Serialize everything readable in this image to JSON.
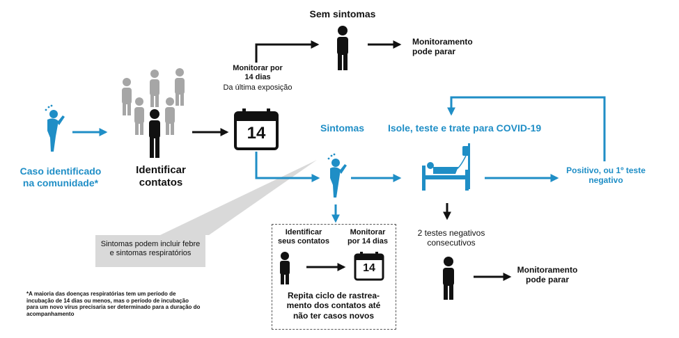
{
  "colors": {
    "accent": "#1f8ec6",
    "gray": "#a6a6a6",
    "dark": "#111111",
    "callout": "#d9d9d9"
  },
  "icons": [
    "coughing-person-icon",
    "crowd-icon",
    "person-icon",
    "calendar-icon",
    "hospital-bed-icon",
    "arrow-icon"
  ],
  "labels": {
    "case_identified": "Caso identificado na comunidade*",
    "identify_contacts": "Identificar contatos",
    "monitor_14": "Monitorar por 14 dias",
    "last_exposure": "Da última exposição",
    "no_symptoms": "Sem sintomas",
    "monitoring_stop_top": "Monitoramento pode parar",
    "symptoms": "Sintomas",
    "isolate": "Isole, teste e trate para COVID-19",
    "positive": "Positivo, ou 1º teste negativo",
    "two_negative": "2 testes negativos consecutivos",
    "monitoring_stop_bottom": "Monitoramento pode parar",
    "symptoms_note": "Sintomas podem incluir febre e sintomas respiratórios",
    "identify_own_contacts": "Identificar seus contatos",
    "monitor_14_box": "Monitorar por 14 dias",
    "repeat_cycle": "Repita ciclo de rastrea-mento dos contatos até não ter casos novos",
    "footnote": "*A maioria das doenças respiratórias tem um período de incubação de 14 dias ou menos, mas o período de incubação para um novo vírus precisaria ser determinado para a duração do acompanhamento",
    "calendar_day": "14",
    "calendar_day_small": "14"
  }
}
